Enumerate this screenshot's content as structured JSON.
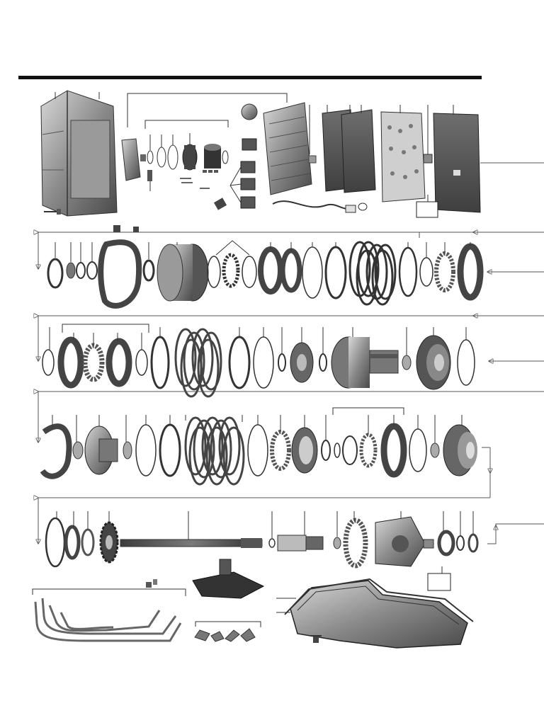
{
  "diagram": {
    "header_rule": true,
    "rows": [
      {
        "id": "row-1",
        "description_hidden": true
      },
      {
        "id": "row-2"
      },
      {
        "id": "row-3"
      },
      {
        "id": "row-4"
      },
      {
        "id": "row-5"
      },
      {
        "id": "row-6"
      }
    ],
    "label_boxes": 2,
    "colors": {
      "ink": "#1a1a1a",
      "metal_dark": "#5a5a5a",
      "metal_mid": "#8c8c8c",
      "metal_light": "#bdbdbd",
      "line": "#6b6b6b"
    }
  }
}
